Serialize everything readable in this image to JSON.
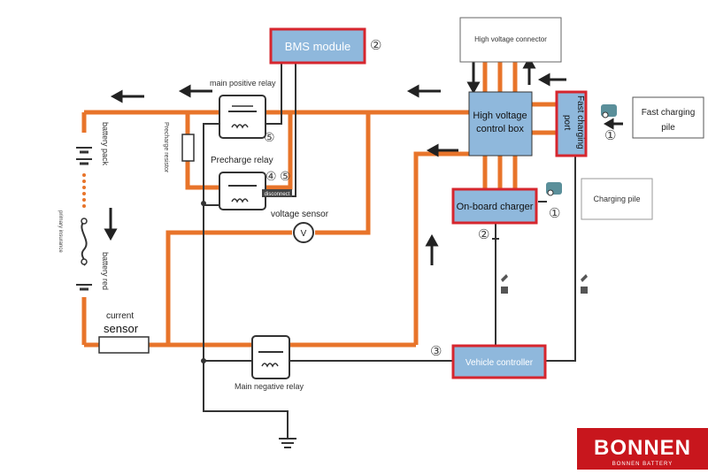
{
  "components": {
    "bms_module": "BMS module",
    "high_voltage_connector": "High voltage connector",
    "hv_control_box_line1": "High voltage",
    "hv_control_box_line2": "control box",
    "fast_charging_port_line1": "Fast charging",
    "fast_charging_port_line2": "port",
    "fast_charging_pile_line1": "Fast charging",
    "fast_charging_pile_line2": "pile",
    "onboard_charger": "On-board charger",
    "charging_pile": "Charging pile",
    "vehicle_controller": "Vehicle controller"
  },
  "labels": {
    "main_positive_relay": "main positive relay",
    "precharge_resistor": "Precharge resistor",
    "precharge_relay": "Precharge relay",
    "disconnect": "disconnect",
    "voltage_sensor": "voltage sensor",
    "voltage_symbol": "V",
    "battery_pack": "battery pack",
    "primary_insurance": "primary insurance",
    "battery_red": "battery red",
    "current_line1": "current",
    "current_line2": "sensor",
    "main_negative_relay": "Main negative relay"
  },
  "markers": {
    "one": "①",
    "two": "②",
    "three": "③",
    "four": "④",
    "five": "⑤"
  },
  "brand": {
    "name": "BONNEN",
    "tagline": "BONNEN BATTERY"
  },
  "colors": {
    "hv_wire": "#e8742a",
    "lv_wire": "#333333",
    "module_fill": "#8fb8dc",
    "module_border": "#d6262e",
    "brand_bg": "#c8161d"
  }
}
